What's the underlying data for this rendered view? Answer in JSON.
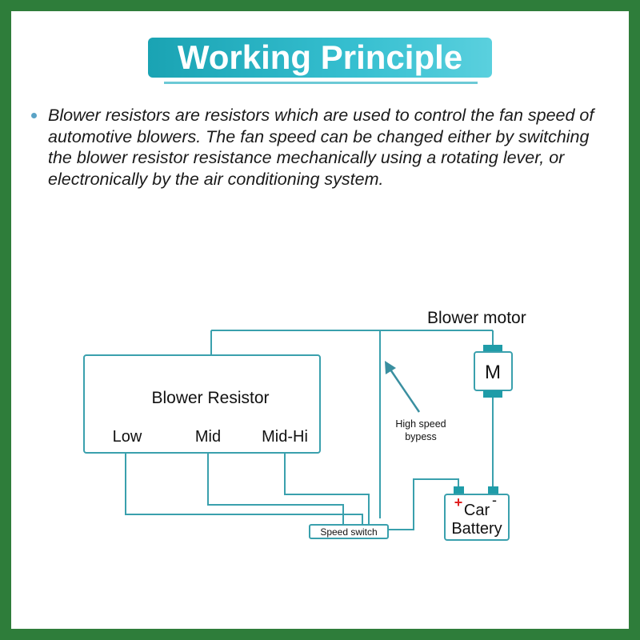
{
  "title": "Working Principle",
  "description": "Blower resistors are resistors which are used to control the fan speed of automotive blowers. The fan speed can be changed either by switching the blower resistor resistance mechanically using a rotating lever, or electronically by the air conditioning system.",
  "diagram": {
    "blower_motor_label": "Blower motor",
    "motor_symbol": "M",
    "resistor_label": "Blower Resistor",
    "taps": [
      "Low",
      "Mid",
      "Mid-Hi"
    ],
    "bypass_label_line1": "High speed",
    "bypass_label_line2": "bypess",
    "switch_label": "Speed switch",
    "battery_line1": "Car",
    "battery_line2": "Battery",
    "battery_plus": "+",
    "battery_minus": "-"
  },
  "colors": {
    "frame": "#2e7d3a",
    "accent": "#1aa3b3",
    "wire": "#3aa0ad",
    "terminal": "#1f9ca8",
    "plus": "#e02020"
  }
}
